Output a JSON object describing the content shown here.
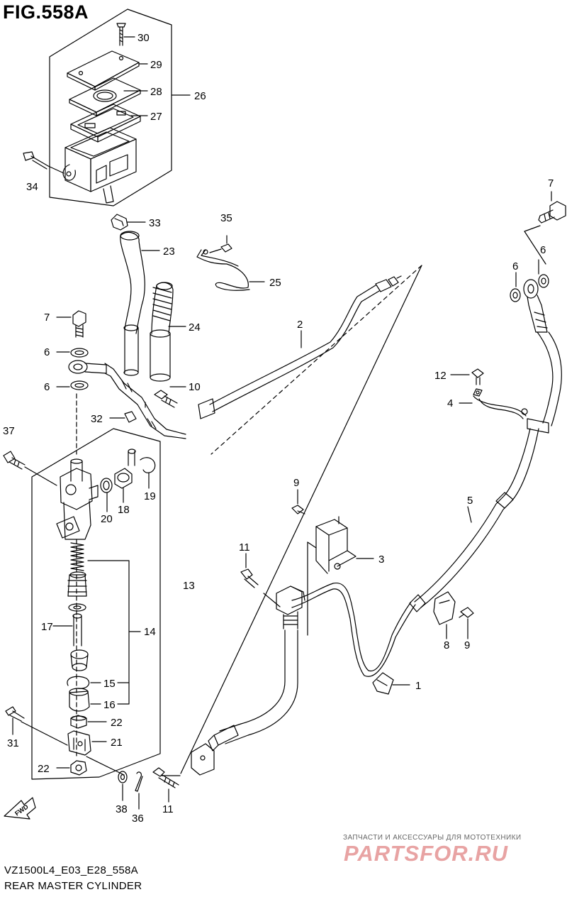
{
  "figure": {
    "title": "FIG.558A"
  },
  "footer": {
    "model_code": "VZ1500L4_E03_E28_558A",
    "section_name": "REAR MASTER CYLINDER"
  },
  "watermark": {
    "tagline": "ЗАПЧАСТИ И АКСЕССУАРЫ ДЛЯ МОТОТЕХНИКИ",
    "logo_text": "PARTSFOR.RU"
  },
  "fwd_indicator": "FWD",
  "callouts": {
    "c1": "1",
    "c2": "2",
    "c3": "3",
    "c4": "4",
    "c5": "5",
    "c6a": "6",
    "c6b": "6",
    "c6c": "6",
    "c6d": "6",
    "c7a": "7",
    "c7b": "7",
    "c8": "8",
    "c9a": "9",
    "c9b": "9",
    "c10": "10",
    "c11a": "11",
    "c11b": "11",
    "c12": "12",
    "c13": "13",
    "c14": "14",
    "c15": "15",
    "c16": "16",
    "c17": "17",
    "c18": "18",
    "c19": "19",
    "c20": "20",
    "c21": "21",
    "c22a": "22",
    "c22b": "22",
    "c23": "23",
    "c24": "24",
    "c25": "25",
    "c26": "26",
    "c27": "27",
    "c28": "28",
    "c29": "29",
    "c30": "30",
    "c31": "31",
    "c32": "32",
    "c33": "33",
    "c34": "34",
    "c35": "35",
    "c36": "36",
    "c37": "37",
    "c38": "38"
  }
}
